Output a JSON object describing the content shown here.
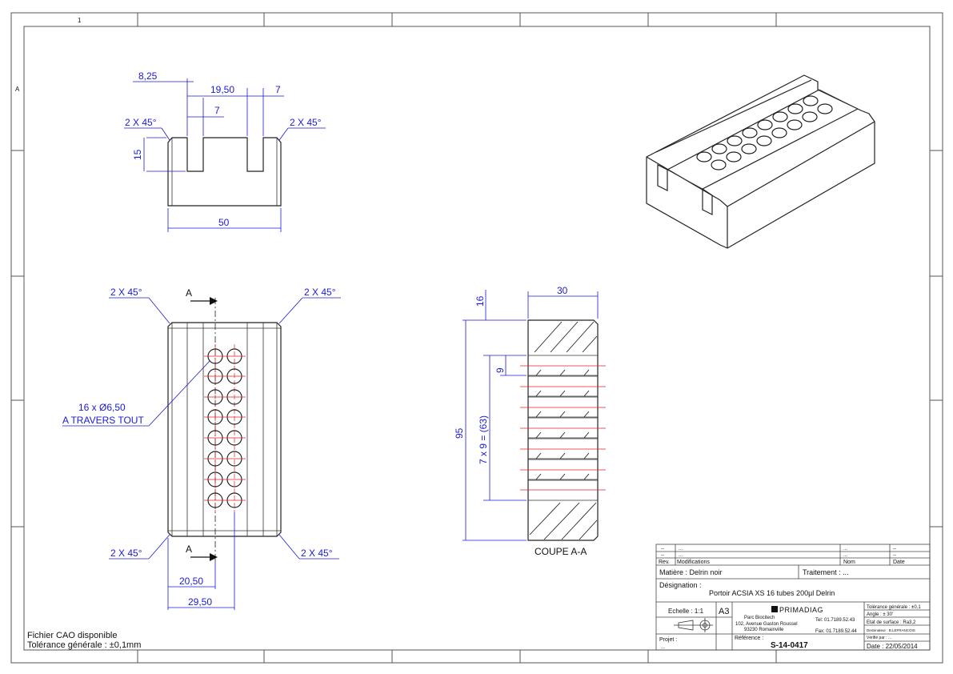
{
  "sheet": {
    "grid_col_1": "1",
    "grid_row_a": "A"
  },
  "dimensions": {
    "top_d1": "8,25",
    "top_d2": "19,50",
    "top_d3": "7",
    "top_d4": "7",
    "top_chamfer_left": "2 X 45°",
    "top_chamfer_right": "2 X 45°",
    "top_depth": "15",
    "top_width": "50",
    "front_chamfer_tl": "2 X 45°",
    "front_chamfer_tr": "2 X 45°",
    "front_chamfer_bl": "2 X 45°",
    "front_chamfer_br": "2 X 45°",
    "hole_note_line1": "16 x Ø6,50",
    "hole_note_line2": "A TRAVERS TOUT",
    "front_d_20": "20,50",
    "front_d_29": "29,50",
    "section_label_top": "A",
    "section_label_bottom": "A",
    "sec_width": "30",
    "sec_top": "16",
    "sec_pitch": "9",
    "sec_pattern": "7 x 9 = (63)",
    "sec_height": "95",
    "section_title": "COUPE A-A"
  },
  "notes": {
    "cad_file": "Fichier CAO disponible",
    "tolerance": "Tolérance générale : ±0,1mm"
  },
  "title_block": {
    "rev_row1_a": "--",
    "rev_row1_b": "...",
    "rev_row1_c": "...",
    "rev_row1_d": "--",
    "rev_row2_a": "--",
    "rev_row2_b": "...",
    "rev_row2_c": "...",
    "rev_row2_d": "--",
    "rev_header_rev": "Rev.",
    "rev_header_mod": "Modifications",
    "rev_header_nom": "Nom",
    "rev_header_date": "Date",
    "matiere": "Matière : Delrin noir",
    "traitement": "Traitement : ...",
    "designation_label": "Désignation :",
    "designation_value": "Portoir ACSIA XS 16 tubes 200µl Delrin",
    "echelle": "Echelle : 1:1",
    "format": "A3",
    "company": "PRIMADIAG",
    "address1": "Parc Biocitech",
    "address2": "102, Avenue Gaston Roussel",
    "address3": "93230 Romainville",
    "tel": "Tel: 01.7189.52.43",
    "fax": "Fax: 01.7189.52.44",
    "tol_generale": "Tolérance générale : ±0,1",
    "angle": "Angle : ± 30'",
    "etat_surface": "Etat de surface : Ra3,2",
    "dessinateur": "Dessinateur : B.LEFRANCOIS",
    "verifie": "Vérifié par : ...",
    "projet_label": "Projet :",
    "projet_value": "...",
    "reference_label": "Référence :",
    "reference_value": "S-14-0417",
    "date": "Date : 22/05/2014"
  },
  "colors": {
    "dimension": "#1a1ad4",
    "centerline": "#e02020",
    "outline": "#222222"
  }
}
